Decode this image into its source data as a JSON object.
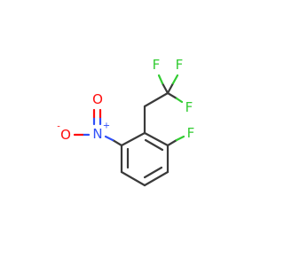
{
  "molecule": {
    "atoms": {
      "f_top_left": {
        "symbol": "F",
        "color": "#33cc33"
      },
      "f_top_right": {
        "symbol": "F",
        "color": "#33cc33"
      },
      "f_right": {
        "symbol": "F",
        "color": "#33cc33"
      },
      "f_ring": {
        "symbol": "F",
        "color": "#33cc33"
      },
      "nitrogen": {
        "symbol": "N",
        "charge": "+",
        "color": "#3050f8"
      },
      "oxygen_minus": {
        "symbol": "O",
        "charge": "-",
        "color": "#ff0d0d"
      },
      "oxygen_top": {
        "symbol": "O",
        "color": "#ff0d0d"
      }
    },
    "colors": {
      "bond": "#3a3a3a",
      "fluorine": "#33cc33",
      "nitrogen": "#3050f8",
      "oxygen": "#ff0d0d"
    }
  }
}
